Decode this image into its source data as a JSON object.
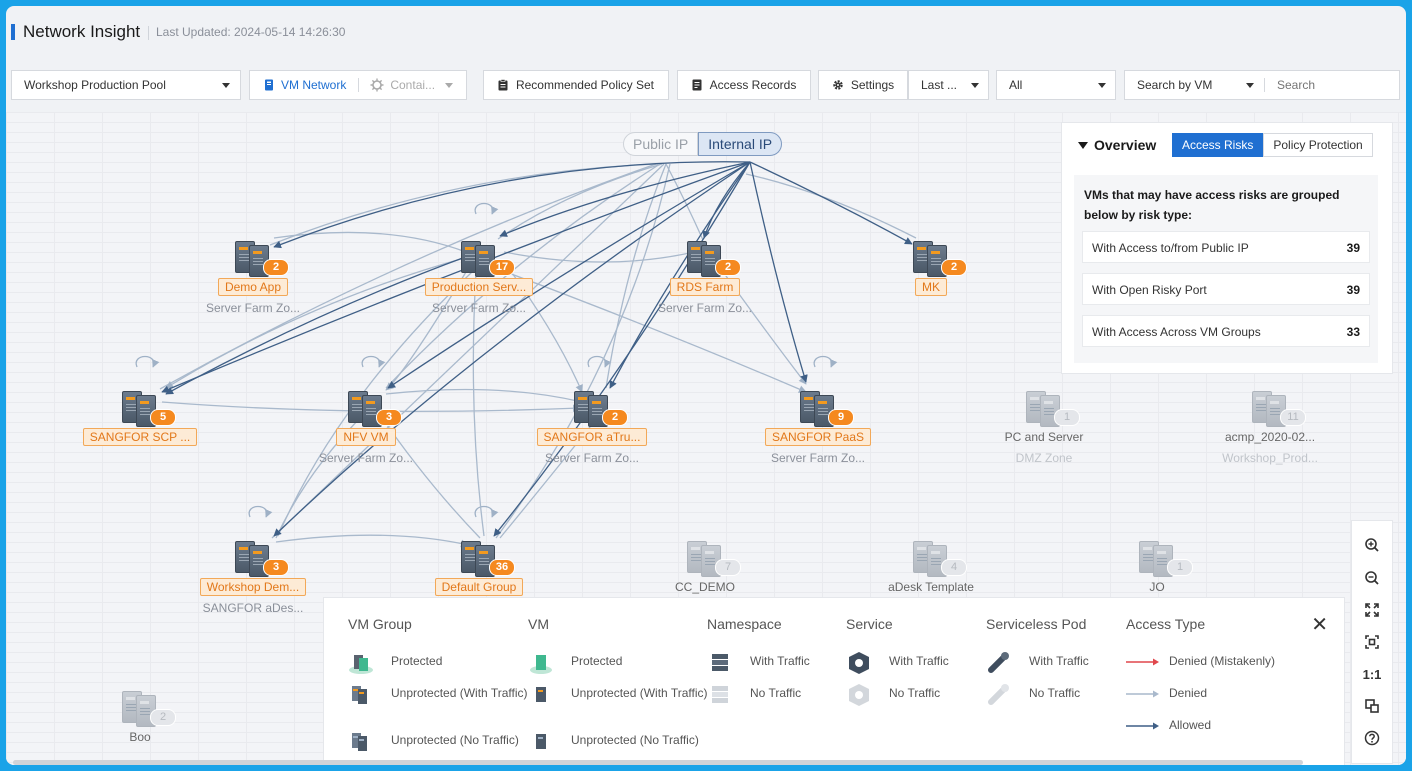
{
  "header": {
    "title": "Network Insight",
    "last_updated": "Last Updated: 2024-05-14 14:26:30"
  },
  "toolbar": {
    "pool_select": "Workshop Production Pool",
    "vm_network_label": "VM Network",
    "container_label": "Contai...",
    "recommended_label": "Recommended Policy Set",
    "access_records_label": "Access Records",
    "settings_label": "Settings",
    "time_select": "Last ...",
    "filter_select": "All",
    "search_type": "Search by VM",
    "search_placeholder": "Search"
  },
  "ip_toggle": {
    "public": "Public IP",
    "internal": "Internal IP",
    "selected": "Internal IP"
  },
  "nodes": [
    {
      "name": "Demo App",
      "zone": "Server Farm Zo...",
      "count": "2",
      "state": "active"
    },
    {
      "name": "Production Serv...",
      "zone": "Server Farm Zo...",
      "count": "17",
      "state": "active"
    },
    {
      "name": "RDS Farm",
      "zone": "Server Farm Zo...",
      "count": "2",
      "state": "active"
    },
    {
      "name": "MK",
      "zone": "",
      "count": "2",
      "state": "active"
    },
    {
      "name": "SANGFOR SCP ...",
      "zone": "",
      "count": "5",
      "state": "active"
    },
    {
      "name": "NFV VM",
      "zone": "Server Farm Zo...",
      "count": "3",
      "state": "active"
    },
    {
      "name": "SANGFOR aTru...",
      "zone": "Server Farm Zo...",
      "count": "2",
      "state": "active"
    },
    {
      "name": "SANGFOR PaaS",
      "zone": "Server Farm Zo...",
      "count": "9",
      "state": "active"
    },
    {
      "name": "PC and Server",
      "zone": "DMZ Zone",
      "count": "1",
      "state": "dim"
    },
    {
      "name": "acmp_2020-02...",
      "zone": "Workshop_Prod...",
      "count": "11",
      "state": "dim"
    },
    {
      "name": "Workshop Dem...",
      "zone": "SANGFOR aDes...",
      "count": "3",
      "state": "active"
    },
    {
      "name": "Default Group",
      "zone": "",
      "count": "36",
      "state": "active"
    },
    {
      "name": "CC_DEMO",
      "zone": "",
      "count": "7",
      "state": "dim"
    },
    {
      "name": "aDesk Template",
      "zone": "",
      "count": "4",
      "state": "dim"
    },
    {
      "name": "JO",
      "zone": "",
      "count": "1",
      "state": "dim"
    },
    {
      "name": "Boo",
      "zone": "",
      "count": "2",
      "state": "dim"
    }
  ],
  "overview": {
    "title": "Overview",
    "tabs": [
      "Access Risks",
      "Policy Protection"
    ],
    "active_tab": "Access Risks",
    "description": "VMs that may have access risks are grouped below by risk type:",
    "risks": [
      {
        "label": "With Access to/from Public IP",
        "value": "39"
      },
      {
        "label": "With Open Risky Port",
        "value": "39"
      },
      {
        "label": "With Access Across VM Groups",
        "value": "33"
      }
    ]
  },
  "zoom_controls": [
    "zoom-in",
    "zoom-out",
    "fit-screen",
    "center",
    "1:1",
    "layout",
    "help"
  ],
  "zoom_label_1to1": "1:1",
  "legend": {
    "vm_group": {
      "title": "VM Group",
      "items": [
        "Protected",
        "Unprotected (With Traffic)",
        "Unprotected (No Traffic)"
      ]
    },
    "vm": {
      "title": "VM",
      "items": [
        "Protected",
        "Unprotected (With Traffic)",
        "Unprotected (No Traffic)"
      ]
    },
    "namespace": {
      "title": "Namespace",
      "items": [
        "With Traffic",
        "No Traffic"
      ]
    },
    "service": {
      "title": "Service",
      "items": [
        "With Traffic",
        "No Traffic"
      ]
    },
    "serviceless_pod": {
      "title": "Serviceless Pod",
      "items": [
        "With Traffic",
        "No Traffic"
      ]
    },
    "access_type": {
      "title": "Access Type",
      "items": [
        "Denied (Mistakenly)",
        "Denied",
        "Allowed"
      ]
    }
  },
  "colors": {
    "accent": "#1f6fd1",
    "badge": "#f5891f",
    "allowed_edge": "#3f5f86",
    "denied_edge": "#a9b9cc",
    "denied_mistaken": "#e0474c"
  }
}
